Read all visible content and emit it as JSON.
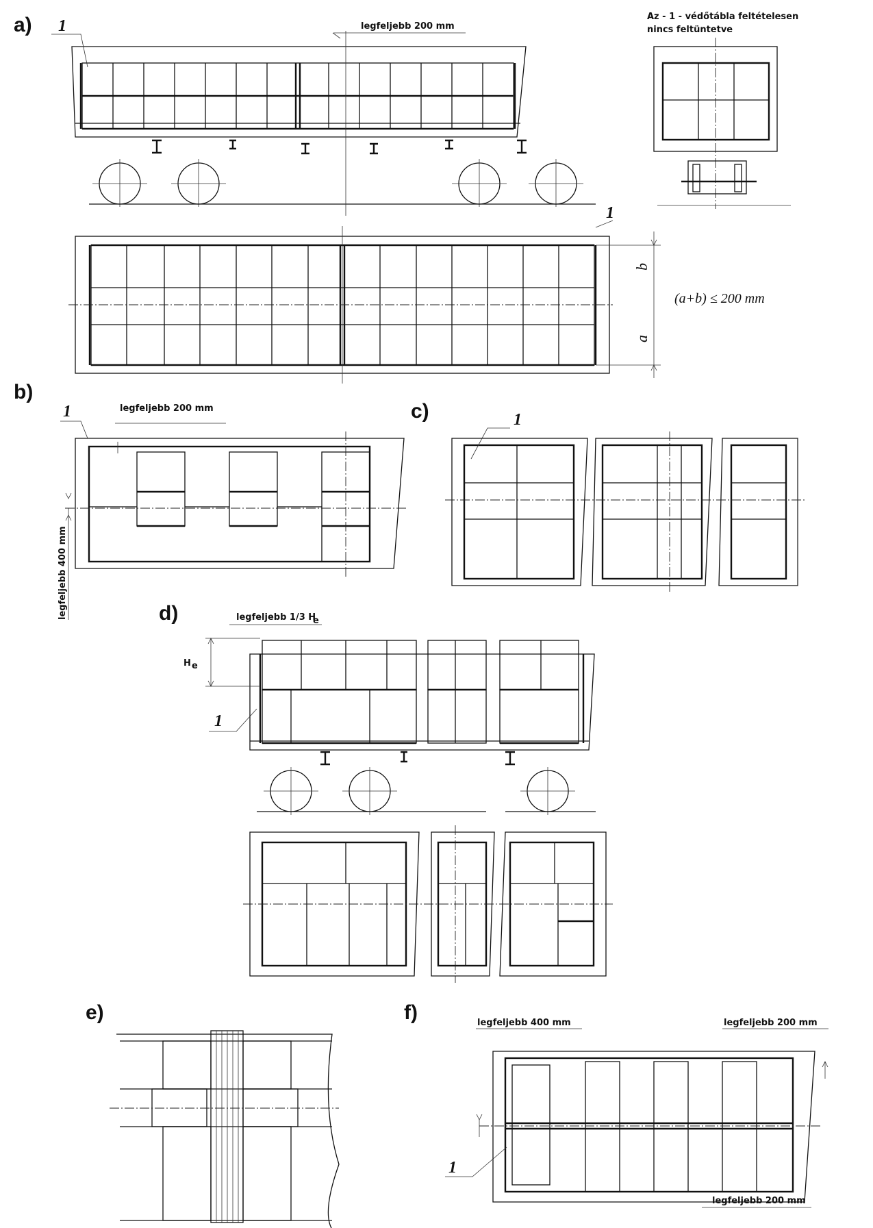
{
  "figure_labels": {
    "a": "a)",
    "b": "b)",
    "c": "c)",
    "d": "d)",
    "e": "e)",
    "f": "f)"
  },
  "callouts": {
    "item_1": "1",
    "max_200_mm": "legfeljebb 200 mm",
    "max_400_mm": "legfeljebb 400 mm",
    "max_third_he": "legfeljebb 1/3 H",
    "he_subscript": "e",
    "he_label": "H",
    "note_line1": "Az - 1 - védőtábla feltételesen",
    "note_line2": "nincs feltüntetve",
    "dim_a": "a",
    "dim_b": "b",
    "formula": "(a+b) ≤ 200  mm"
  }
}
